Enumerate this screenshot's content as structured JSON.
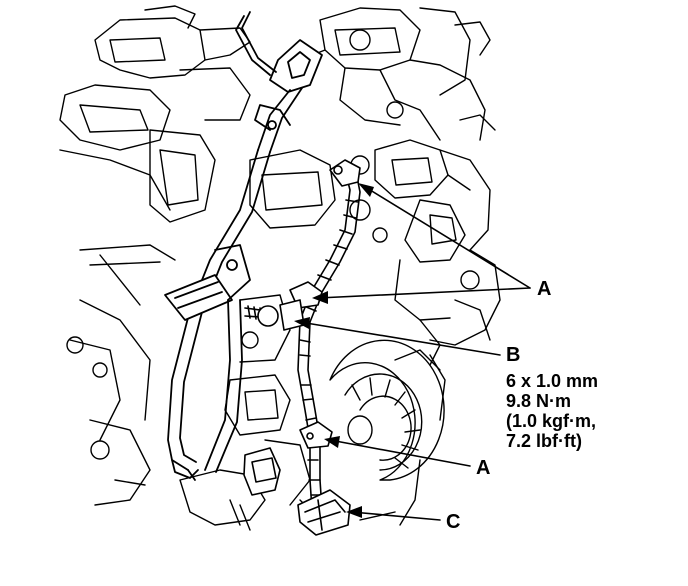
{
  "labels": {
    "a_upper": "A",
    "a_lower": "A",
    "b": "B",
    "c": "C"
  },
  "spec": {
    "size": "6 x 1.0 mm",
    "torque_nm": "9.8 N·m",
    "torque_kgf": "(1.0 kgf·m,",
    "torque_lbf": "7.2 lbf·ft)"
  },
  "colors": {
    "ink": "#000000",
    "paper": "#ffffff"
  }
}
